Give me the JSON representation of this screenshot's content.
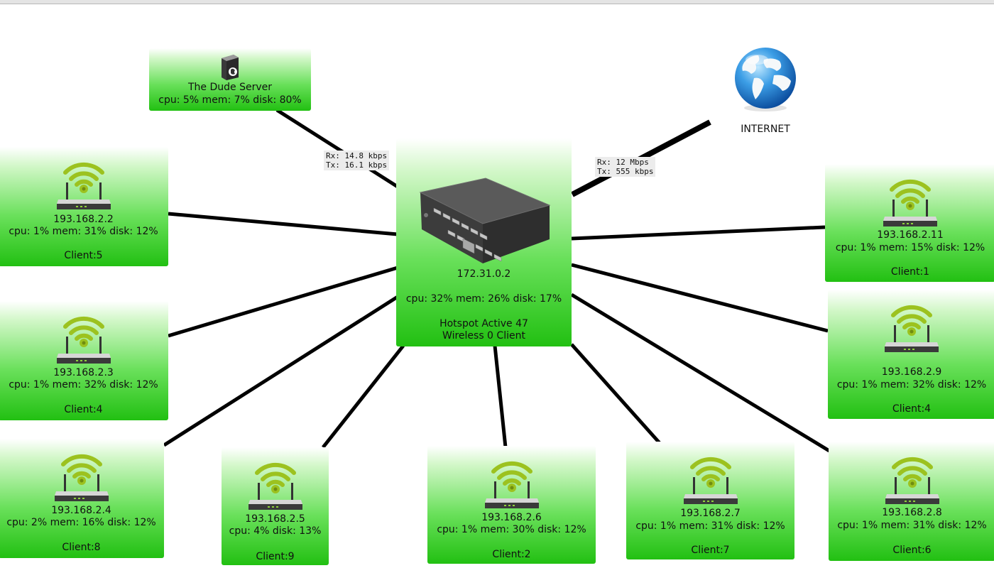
{
  "server": {
    "name": "The Dude Server",
    "stats": "cpu: 5% mem: 7% disk: 80%"
  },
  "internet": {
    "label": "INTERNET"
  },
  "hub": {
    "ip": "172.31.0.2",
    "stats": "cpu: 32% mem: 26% disk: 17%",
    "line1": "Hotspot Active 47",
    "line2": "Wireless 0 Client"
  },
  "links": {
    "server": {
      "rx": "Rx: 14.8 kbps",
      "tx": "Tx: 16.1 kbps"
    },
    "internet": {
      "rx": "Rx: 12 Mbps",
      "tx": "Tx: 555 kbps"
    }
  },
  "devices": [
    {
      "ip": "193.168.2.2",
      "stats": "cpu: 1% mem: 31% disk: 12%",
      "clients": "Client:5"
    },
    {
      "ip": "193.168.2.3",
      "stats": "cpu: 1% mem: 32% disk: 12%",
      "clients": "Client:4"
    },
    {
      "ip": "193.168.2.4",
      "stats": "cpu: 2% mem: 16% disk: 12%",
      "clients": "Client:8"
    },
    {
      "ip": "193.168.2.5",
      "stats": "cpu: 4% disk: 13%",
      "clients": "Client:9"
    },
    {
      "ip": "193.168.2.6",
      "stats": "cpu: 1% mem: 30% disk: 12%",
      "clients": "Client:2"
    },
    {
      "ip": "193.168.2.7",
      "stats": "cpu: 1% mem: 31% disk: 12%",
      "clients": "Client:7"
    },
    {
      "ip": "193.168.2.8",
      "stats": "cpu: 1% mem: 31% disk: 12%",
      "clients": "Client:6"
    },
    {
      "ip": "193.168.2.9",
      "stats": "cpu: 1% mem: 32% disk: 12%",
      "clients": "Client:4"
    },
    {
      "ip": "193.168.2.11",
      "stats": "cpu: 1% mem: 15% disk: 12%",
      "clients": "Client:1"
    }
  ],
  "icons": {
    "router": "wireless-router-icon",
    "switch": "network-switch-icon",
    "server": "server-icon",
    "internet": "globe-icon"
  },
  "colors": {
    "node_top": "#ffffff",
    "node_bottom": "#22c012",
    "wifi": "#9cc21f",
    "link": "#000000"
  }
}
